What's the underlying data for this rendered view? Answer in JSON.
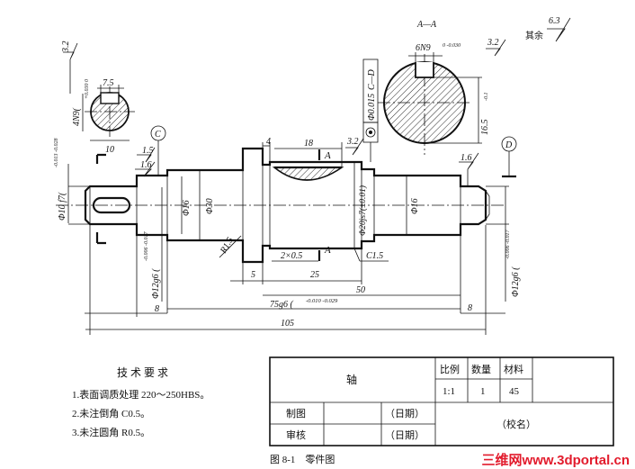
{
  "section": {
    "title": "A—A",
    "keyway": "6N9",
    "keyway_tol": "0\n-0.030",
    "depth": "16.5",
    "depth_tol": "-0.1"
  },
  "roughness": {
    "general": "6.3",
    "general_label": "其余",
    "r1": "3.2",
    "r2": "3.2",
    "r3": "3.2",
    "r4": "1.6",
    "r5": "1.6",
    "r6": "1.5"
  },
  "datums": {
    "c": "C",
    "d": "D"
  },
  "tolerance_frame": {
    "value": "Φ0.015",
    "datum": "C—D"
  },
  "left_section": {
    "width": "7.5",
    "fit": "4N9(",
    "fit_tol": "+0.030 0",
    "depth": "10"
  },
  "dims": {
    "d_left_end": "Φ10 f7(",
    "d_left_end_tol": "-0.013 -0.028",
    "d_12g6_left": "Φ12g6 (",
    "d_12g6_left_tol": "-0.006 -0.017",
    "d16_left": "Φ16",
    "d30": "Φ30",
    "r15": "R1.5",
    "d20js7": "Φ20js7(±0.01)",
    "d16_right": "Φ16",
    "d_12g6_right": "Φ12g6 (",
    "d_12g6_right_tol": "-0.006 -0.017",
    "len4": "4",
    "len18": "18",
    "groove": "2×0.5",
    "chamfer": "C1.5",
    "len5": "5",
    "len25": "25",
    "len50": "50",
    "len75": "75g6 (",
    "len75_tol": "-0.010 -0.029",
    "len8_left": "8",
    "len8_right": "8",
    "len105": "105",
    "sectA_top": "A",
    "sectA_bot": "A"
  },
  "requirements": {
    "heading": "技 术 要 求",
    "items": [
      "1.表面调质处理 220～250HBS。",
      "2.未注倒角 C0.5。",
      "3.未注圆角 R0.5。"
    ]
  },
  "title_block": {
    "part_name": "轴",
    "col_scale": "比例",
    "col_qty": "数量",
    "col_material": "材料",
    "scale": "1:1",
    "qty": "1",
    "material": "45",
    "drawn": "制图",
    "checked": "审核",
    "date1": "（日期）",
    "date2": "（日期）",
    "school": "（校名）"
  },
  "caption": "图 8-1　零件图",
  "watermark": "三维网www.3dportal.cn",
  "colors": {
    "line": "#111111",
    "watermark": "#e21b2c"
  }
}
